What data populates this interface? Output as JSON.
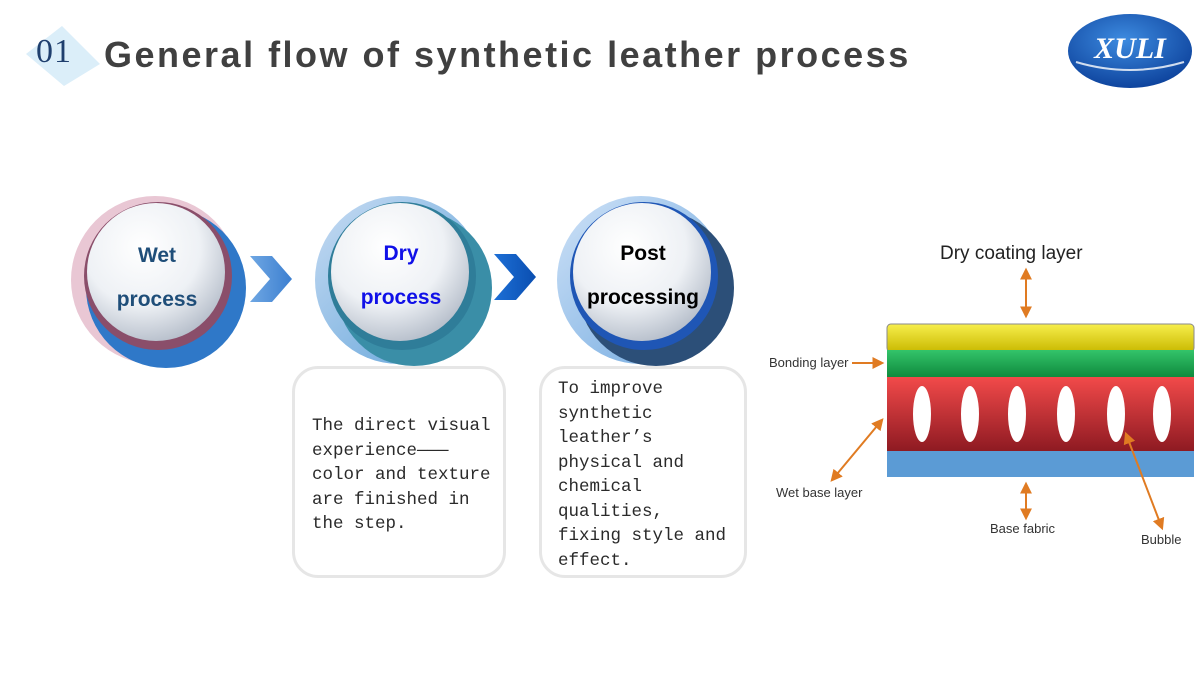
{
  "header": {
    "slide_number": "01",
    "title": "General flow of synthetic leather process",
    "logo_text": "XULI"
  },
  "steps": [
    {
      "line1": "Wet",
      "line2": "process",
      "color": "#1f4e79"
    },
    {
      "line1": "Dry",
      "line2": "process",
      "color": "#1010e8"
    },
    {
      "line1": "Post",
      "line2": "processing",
      "color": "#000000"
    }
  ],
  "descriptions": {
    "dry": "The direct visual\nexperience———\ncolor and texture\nare finished in\nthe step.",
    "post": "To improve\nsynthetic\nleather’s\nphysical and\nchemical\nqualities,\nfixing style and\neffect."
  },
  "cross_section": {
    "labels": {
      "dry_coating": "Dry coating layer",
      "bonding": "Bonding layer",
      "wet_base": "Wet base layer",
      "base_fabric": "Base fabric",
      "bubble": "Bubble"
    },
    "colors": {
      "dry_coating": "#f2e600",
      "bonding": "#1fa84a",
      "wet_base": "#d93030",
      "base_fabric": "#5b9bd5",
      "arrow": "#e07b22"
    }
  }
}
